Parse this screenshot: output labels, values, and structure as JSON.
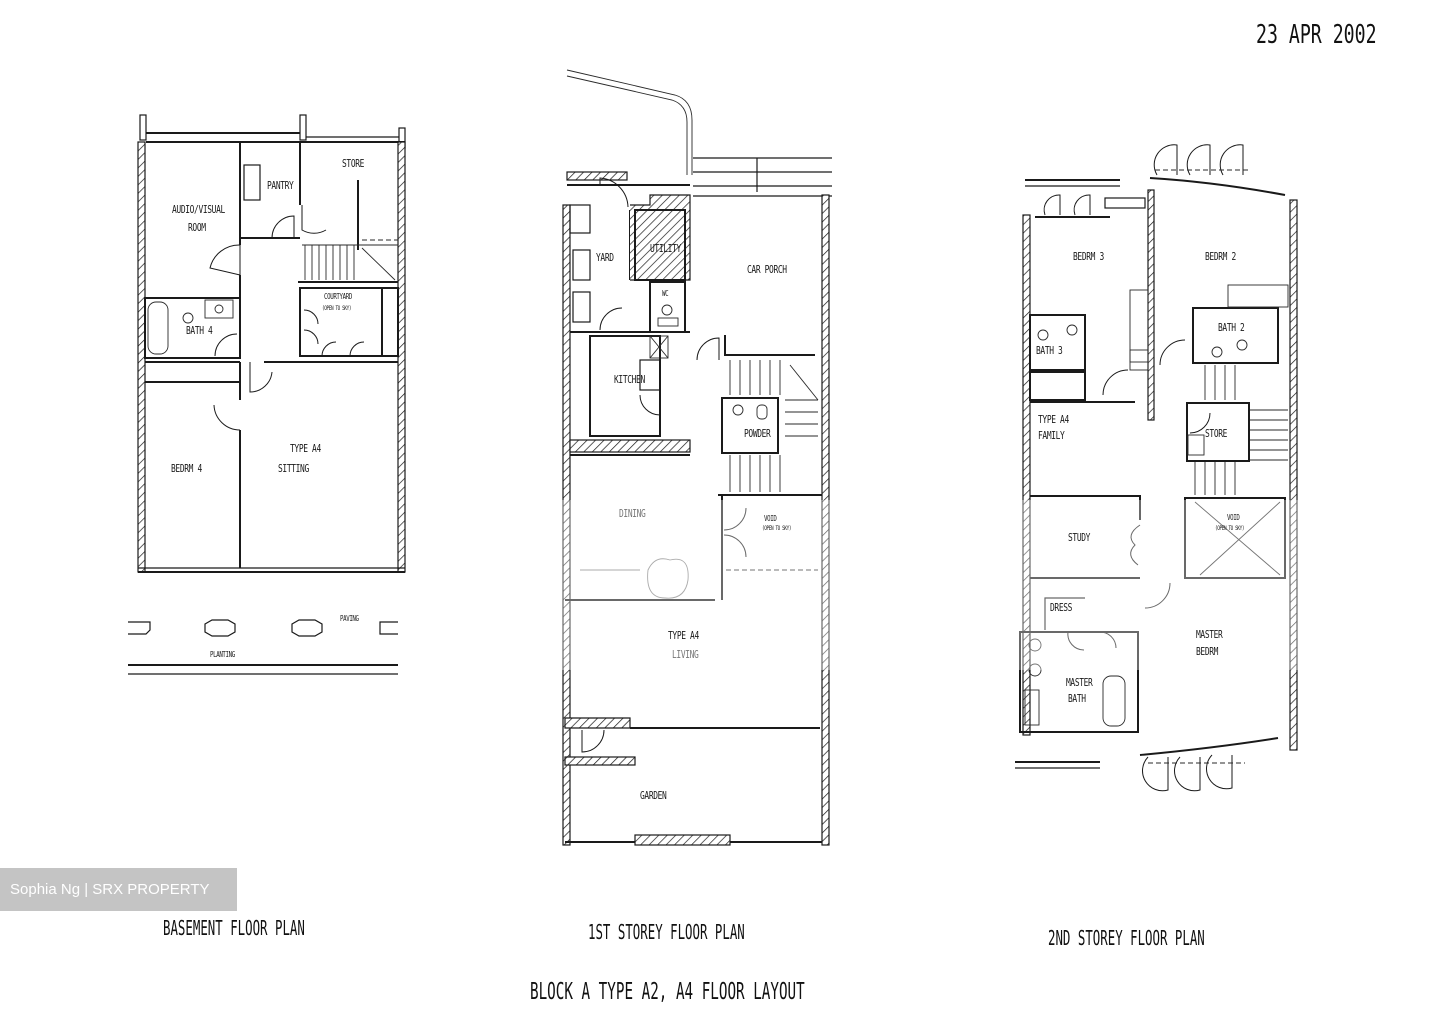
{
  "stamp": {
    "date": "23 APR 2002"
  },
  "watermark": {
    "text": "Sophia Ng | SRX PROPERTY"
  },
  "captions": {
    "basement": "BASEMENT FLOOR PLAN",
    "first": "1ST STOREY FLOOR PLAN",
    "second": "2ND STOREY FLOOR PLAN",
    "overall": "BLOCK A TYPE A2, A4 FLOOR LAYOUT"
  },
  "basement": {
    "rooms": {
      "av1": "AUDIO/VISUAL",
      "av2": "ROOM",
      "pantry": "PANTRY",
      "store": "STORE",
      "courtyard": "COURTYARD",
      "courtyard_note": "(OPEN TO SKY)",
      "bath": "BATH 4",
      "bedroom": "BEDRM 4",
      "type": "TYPE A4",
      "sitting": "SITTING",
      "paving": "PAVING",
      "planting": "PLANTING"
    }
  },
  "first_storey": {
    "rooms": {
      "yard": "YARD",
      "utility": "UTILITY",
      "wc": "WC",
      "car_porch": "CAR PORCH",
      "kitchen": "KITCHEN",
      "powder": "POWDER",
      "dining": "DINING",
      "void": "VOID",
      "void_note": "(OPEN TO SKY)",
      "type": "TYPE A4",
      "living": "LIVING",
      "garden": "GARDEN"
    }
  },
  "second_storey": {
    "rooms": {
      "bed3": "BEDRM 3",
      "bed2": "BEDRM 2",
      "bath3": "BATH 3",
      "bath2": "BATH 2",
      "type": "TYPE A4",
      "family": "FAMILY",
      "store": "STORE",
      "study": "STUDY",
      "void": "VOID",
      "void_note": "(OPEN TO SKY)",
      "dress": "DRESS",
      "master_bath1": "MASTER",
      "master_bath2": "BATH",
      "master_bed1": "MASTER",
      "master_bed2": "BEDRM"
    }
  }
}
